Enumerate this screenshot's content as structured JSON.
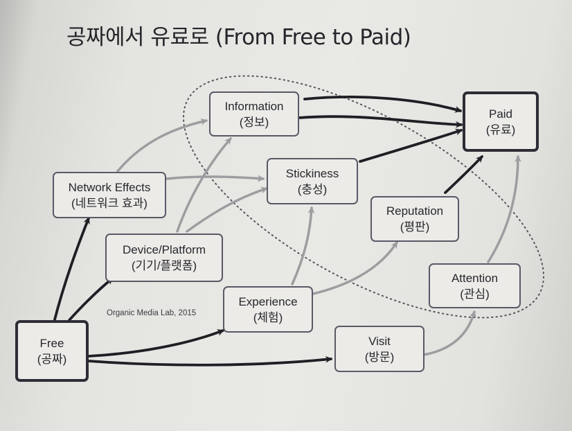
{
  "title": "공짜에서 유료로 (From Free to Paid)",
  "credit": "Organic Media Lab, 2015",
  "nodes": {
    "free": {
      "en": "Free",
      "ko": "(공짜)"
    },
    "network": {
      "en": "Network Effects",
      "ko": "(네트워크 효과)"
    },
    "device": {
      "en": "Device/Platform",
      "ko": "(기기/플랫폼)"
    },
    "information": {
      "en": "Information",
      "ko": "(정보)"
    },
    "stickiness": {
      "en": "Stickiness",
      "ko": "(충성)"
    },
    "experience": {
      "en": "Experience",
      "ko": "(체험)"
    },
    "reputation": {
      "en": "Reputation",
      "ko": "(평판)"
    },
    "attention": {
      "en": "Attention",
      "ko": "(관심)"
    },
    "visit": {
      "en": "Visit",
      "ko": "(방문)"
    },
    "paid": {
      "en": "Paid",
      "ko": "(유료)"
    }
  },
  "colors": {
    "dark_arrow": "#1e1e24",
    "gray_arrow": "#9d9da1",
    "node_border": "#5b5866",
    "ellipse": "#55555c"
  }
}
